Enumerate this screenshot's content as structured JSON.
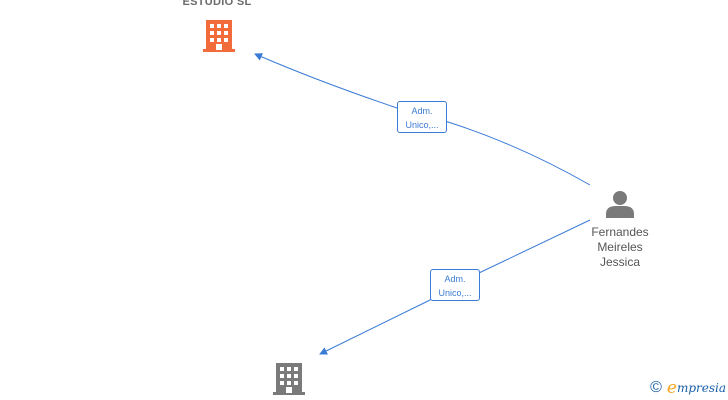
{
  "nodes": {
    "company_top": {
      "name": "ESTUDIO SL",
      "icon": "building-icon",
      "color": "#f26b3a"
    },
    "company_bottom": {
      "icon": "building-icon",
      "color": "#7a7a7a"
    },
    "person": {
      "name_lines": [
        "Fernandes",
        "Meireles",
        "Jessica"
      ],
      "icon": "person-icon",
      "color": "#7a7a7a"
    }
  },
  "edges": [
    {
      "label_lines": [
        "Adm.",
        "Unico,..."
      ],
      "color": "#3a7bd5"
    },
    {
      "label_lines": [
        "Adm.",
        "Unico,..."
      ],
      "color": "#3a7bd5"
    }
  ],
  "footer": {
    "copyright_symbol": "©",
    "brand_initial": "e",
    "brand_rest": "mpresia"
  }
}
